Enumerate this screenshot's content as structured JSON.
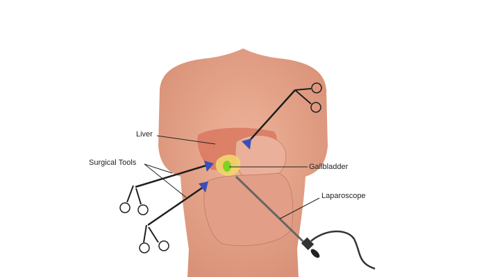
{
  "labels": {
    "liver": "Liver",
    "surgical_tools": "Surgical Tools",
    "gallbladder": "Gallbladder",
    "laparoscope": "Laparoscope"
  },
  "colors": {
    "skin": "#e8a98c",
    "liver": "#d9785f",
    "gallbladder": "#7ed321",
    "fat": "#f2d56b",
    "trocar": "#3a4fb8",
    "tool": "#1e1e1e"
  }
}
